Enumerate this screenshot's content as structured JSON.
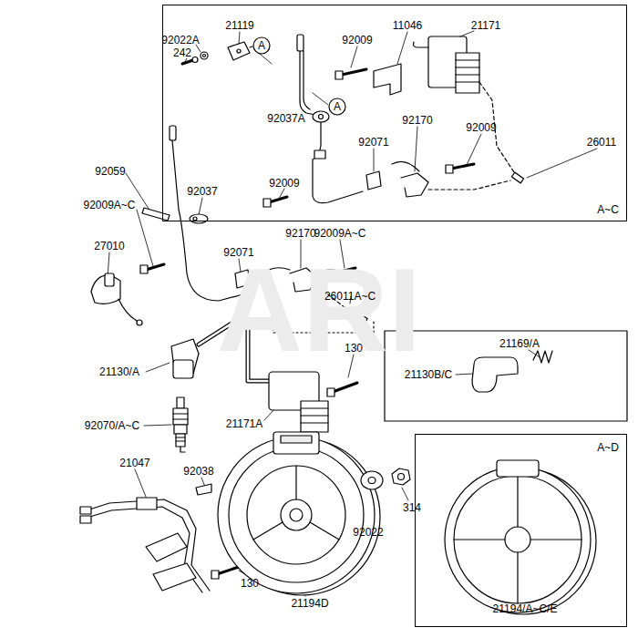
{
  "diagram": {
    "nodes": [
      {
        "text": [
          "A~C"
        ]
      },
      {
        "text": [
          "A"
        ],
        "in": 0
      },
      {
        "text": [
          "A"
        ],
        "in": 0
      },
      {
        "text": [
          "A~D"
        ]
      }
    ],
    "labels": [
      "21119",
      "92022A",
      "242",
      "92009",
      "11046",
      "21171",
      "92037A",
      "92170",
      "92009",
      "92071",
      "92009",
      "26011",
      "92059",
      "92037",
      "92009A~C",
      "27010",
      "92170",
      "92009A~C",
      "92071",
      "26011A~C",
      "21130/A",
      "130",
      "21169/A",
      "21130B/C",
      "92070/A~C",
      "21171A",
      "21047",
      "92038",
      "314",
      "92022",
      "130",
      "21194D",
      "21194/A~C/E",
      "ARI"
    ]
  }
}
